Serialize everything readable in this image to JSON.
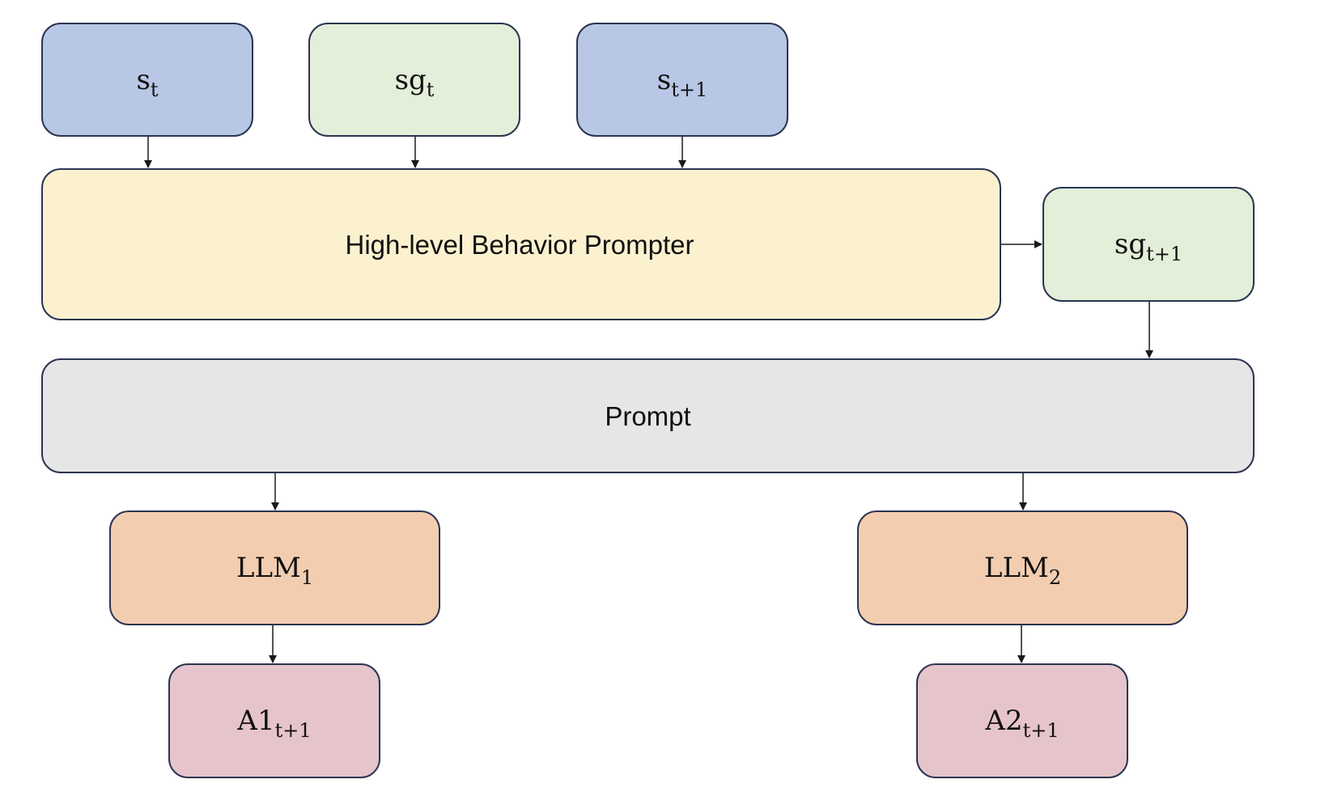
{
  "diagram": {
    "nodes": {
      "st": {
        "base": "s",
        "sub": "t"
      },
      "sgt": {
        "base": "sg",
        "sub": "t"
      },
      "st1": {
        "base": "s",
        "sub": "t+1"
      },
      "hbp": {
        "label": "High-level Behavior Prompter"
      },
      "sgt1": {
        "base": "sg",
        "sub": "t+1"
      },
      "prompt": {
        "label": "Prompt"
      },
      "llm1": {
        "base": "LLM",
        "sub": "1"
      },
      "llm2": {
        "base": "LLM",
        "sub": "2"
      },
      "a1": {
        "base": "A1",
        "sub": "t+1"
      },
      "a2": {
        "base": "A2",
        "sub": "t+1"
      }
    },
    "edges": [
      {
        "from": "st",
        "to": "hbp"
      },
      {
        "from": "sgt",
        "to": "hbp"
      },
      {
        "from": "st1",
        "to": "hbp"
      },
      {
        "from": "hbp",
        "to": "sgt1"
      },
      {
        "from": "sgt1",
        "to": "prompt"
      },
      {
        "from": "prompt",
        "to": "llm1"
      },
      {
        "from": "prompt",
        "to": "llm2"
      },
      {
        "from": "llm1",
        "to": "a1"
      },
      {
        "from": "llm2",
        "to": "a2"
      }
    ],
    "colors": {
      "state": "#b8c7e6",
      "subgoal": "#e3efd9",
      "prompter": "#fcf1cf",
      "prompt": "#e6e6e6",
      "llm": "#f3cdb0",
      "action": "#e6c4cb",
      "border": "#2a3550",
      "arrow": "#1a1a1a"
    }
  }
}
